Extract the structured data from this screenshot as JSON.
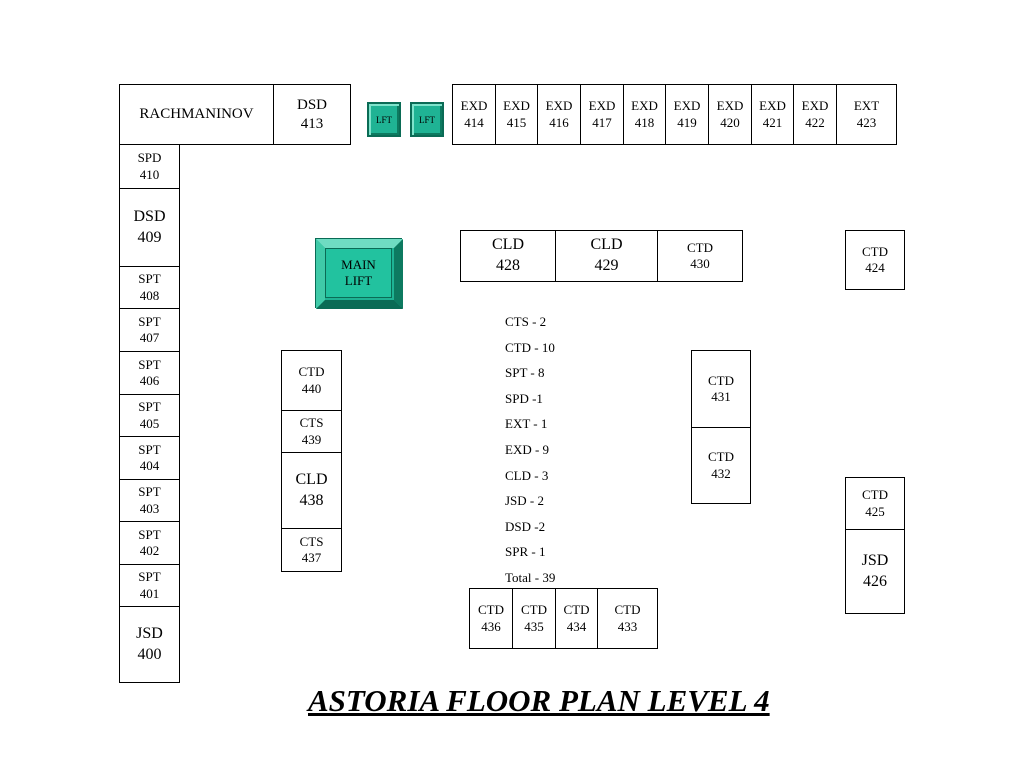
{
  "title": "ASTORIA FLOOR PLAN LEVEL 4",
  "rachmaninov": "RACHMANINOV",
  "rooms": {
    "r413": {
      "code": "DSD",
      "num": "413"
    },
    "r414": {
      "code": "EXD",
      "num": "414"
    },
    "r415": {
      "code": "EXD",
      "num": "415"
    },
    "r416": {
      "code": "EXD",
      "num": "416"
    },
    "r417": {
      "code": "EXD",
      "num": "417"
    },
    "r418": {
      "code": "EXD",
      "num": "418"
    },
    "r419": {
      "code": "EXD",
      "num": "419"
    },
    "r420": {
      "code": "EXD",
      "num": "420"
    },
    "r421": {
      "code": "EXD",
      "num": "421"
    },
    "r422": {
      "code": "EXD",
      "num": "422"
    },
    "r423": {
      "code": "EXT",
      "num": "423"
    },
    "r410": {
      "code": "SPD",
      "num": "410"
    },
    "r409": {
      "code": "DSD",
      "num": "409"
    },
    "r408": {
      "code": "SPT",
      "num": "408"
    },
    "r407": {
      "code": "SPT",
      "num": "407"
    },
    "r406": {
      "code": "SPT",
      "num": "406"
    },
    "r405": {
      "code": "SPT",
      "num": "405"
    },
    "r404": {
      "code": "SPT",
      "num": "404"
    },
    "r403": {
      "code": "SPT",
      "num": "403"
    },
    "r402": {
      "code": "SPT",
      "num": "402"
    },
    "r401": {
      "code": "SPT",
      "num": "401"
    },
    "r400": {
      "code": "JSD",
      "num": "400"
    },
    "r428": {
      "code": "CLD",
      "num": "428"
    },
    "r429": {
      "code": "CLD",
      "num": "429"
    },
    "r430": {
      "code": "CTD",
      "num": "430"
    },
    "r424": {
      "code": "CTD",
      "num": "424"
    },
    "r440": {
      "code": "CTD",
      "num": "440"
    },
    "r439": {
      "code": "CTS",
      "num": "439"
    },
    "r438": {
      "code": "CLD",
      "num": "438"
    },
    "r437": {
      "code": "CTS",
      "num": "437"
    },
    "r431": {
      "code": "CTD",
      "num": "431"
    },
    "r432": {
      "code": "CTD",
      "num": "432"
    },
    "r425": {
      "code": "CTD",
      "num": "425"
    },
    "r426": {
      "code": "JSD",
      "num": "426"
    },
    "r436": {
      "code": "CTD",
      "num": "436"
    },
    "r435": {
      "code": "CTD",
      "num": "435"
    },
    "r434": {
      "code": "CTD",
      "num": "434"
    },
    "r433": {
      "code": "CTD",
      "num": "433"
    }
  },
  "lifts": {
    "small_label": "LFT",
    "main_line1": "MAIN",
    "main_line2": "LIFT",
    "color": "#1fb394"
  },
  "summary": [
    "CTS - 2",
    "CTD - 10",
    "SPT - 8",
    "SPD -1",
    "EXT - 1",
    "EXD - 9",
    "CLD - 3",
    "JSD - 2",
    "DSD -2",
    "SPR - 1",
    "Total - 39"
  ]
}
